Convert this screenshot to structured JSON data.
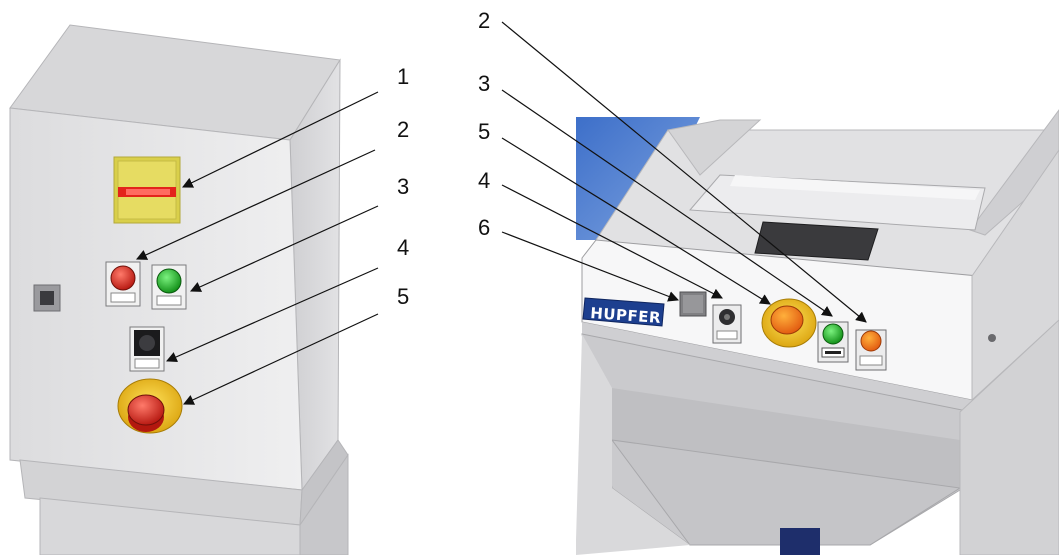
{
  "left_view": {
    "callouts": [
      "1",
      "2",
      "3",
      "4",
      "5"
    ]
  },
  "right_view": {
    "callouts": [
      "2",
      "3",
      "5",
      "4",
      "6"
    ],
    "brand": "HUPFER"
  },
  "colors": {
    "panel_light": "#e9e9ea",
    "panel_shadow": "#c9c9cb",
    "button_red": "#d8261b",
    "button_green": "#18b21f",
    "estop_yellow": "#f4c31b",
    "switch_plate": "#d6cc5a",
    "brand_blue": "#1d3f8f"
  }
}
